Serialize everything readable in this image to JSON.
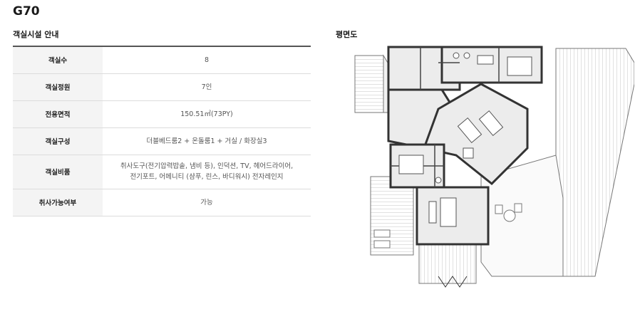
{
  "page_title": "G70",
  "room_info": {
    "title": "객실시설 안내",
    "rows": [
      {
        "label": "객실수",
        "value": "8"
      },
      {
        "label": "객실정원",
        "value": "7인"
      },
      {
        "label": "전용면적",
        "value": "150.51㎡(73PY)"
      },
      {
        "label": "객실구성",
        "value": "더블베드룸2 + 온돌룸1 + 거실 / 화장실3"
      },
      {
        "label": "객실비품",
        "value": "취사도구(전기압력밥솥, 냄비 등), 인덕션, TV, 헤어드라이어,",
        "value_line2": "전기포트, 어메니티 (샴푸, 린스, 바디워시) 전자레인지"
      },
      {
        "label": "취사가능여부",
        "value": "가능"
      }
    ]
  },
  "floor_plan": {
    "title": "평면도"
  }
}
